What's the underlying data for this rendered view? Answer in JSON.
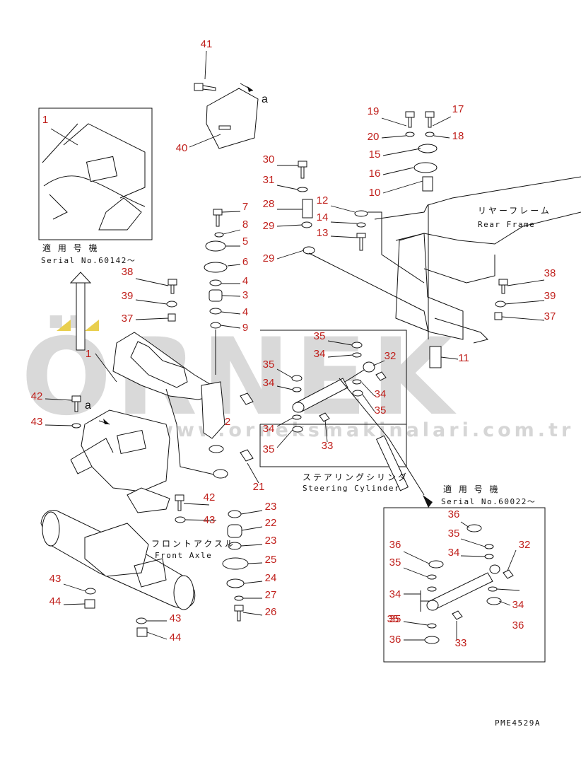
{
  "watermark": {
    "brand": "ÖRNEK",
    "url": "www.orneksmakinalari.com.tr"
  },
  "labels": {
    "serial_top_jp": "適 用 号 機",
    "serial_top": "Serial No.60142～",
    "serial_bottom_jp": "適 用 号 機",
    "serial_bottom": "Serial No.60022～",
    "rear_frame_jp": "リヤーフレーム",
    "rear_frame": "Rear Frame",
    "steering_jp": "ステアリングシリンダ",
    "steering": "Steering Cylinder",
    "front_axle_jp": "フロントアクスル",
    "front_axle": "Front Axle",
    "view_a_top": "a",
    "view_a_main": "a",
    "drawing_code": "PME4529A"
  },
  "callouts": [
    {
      "n": "41"
    },
    {
      "n": "40"
    },
    {
      "n": "1"
    },
    {
      "n": "19"
    },
    {
      "n": "17"
    },
    {
      "n": "20"
    },
    {
      "n": "18"
    },
    {
      "n": "15"
    },
    {
      "n": "16"
    },
    {
      "n": "10"
    },
    {
      "n": "30"
    },
    {
      "n": "31"
    },
    {
      "n": "28"
    },
    {
      "n": "12"
    },
    {
      "n": "14"
    },
    {
      "n": "29"
    },
    {
      "n": "13"
    },
    {
      "n": "29"
    },
    {
      "n": "7"
    },
    {
      "n": "8"
    },
    {
      "n": "5"
    },
    {
      "n": "6"
    },
    {
      "n": "4"
    },
    {
      "n": "3"
    },
    {
      "n": "4"
    },
    {
      "n": "9"
    },
    {
      "n": "38"
    },
    {
      "n": "39"
    },
    {
      "n": "37"
    },
    {
      "n": "38"
    },
    {
      "n": "39"
    },
    {
      "n": "37"
    },
    {
      "n": "35"
    },
    {
      "n": "34"
    },
    {
      "n": "32"
    },
    {
      "n": "11"
    },
    {
      "n": "35"
    },
    {
      "n": "34"
    },
    {
      "n": "34"
    },
    {
      "n": "35"
    },
    {
      "n": "2"
    },
    {
      "n": "34"
    },
    {
      "n": "35"
    },
    {
      "n": "33"
    },
    {
      "n": "1"
    },
    {
      "n": "42"
    },
    {
      "n": "43"
    },
    {
      "n": "21"
    },
    {
      "n": "42"
    },
    {
      "n": "43"
    },
    {
      "n": "23"
    },
    {
      "n": "22"
    },
    {
      "n": "23"
    },
    {
      "n": "25"
    },
    {
      "n": "24"
    },
    {
      "n": "27"
    },
    {
      "n": "26"
    },
    {
      "n": "43"
    },
    {
      "n": "44"
    },
    {
      "n": "43"
    },
    {
      "n": "44"
    },
    {
      "n": "36"
    },
    {
      "n": "35"
    },
    {
      "n": "34"
    },
    {
      "n": "32"
    },
    {
      "n": "36"
    },
    {
      "n": "35"
    },
    {
      "n": "34"
    },
    {
      "n": "35"
    },
    {
      "n": "36"
    },
    {
      "n": "35"
    },
    {
      "n": "34"
    },
    {
      "n": "33"
    },
    {
      "n": "36"
    }
  ]
}
